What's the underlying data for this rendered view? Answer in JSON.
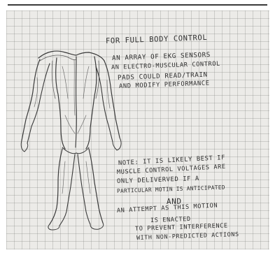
{
  "notes": {
    "heading": "FOR FULL BODY CONTROL",
    "paragraph_lines": [
      "AN ARRAY OF EKG SENSORS",
      "AN ELECTRO-MUSCULAR CONTROL",
      "PADS COULD READ/TRAIN",
      "AND MODIFY PERFORMANCE"
    ],
    "note_lines": [
      "NOTE: IT IS LIKELY BEST IF",
      "MUSCLE CONTROL VOLTAGES ARE",
      "ONLY DELIVERVED IF A",
      "PARTICULAR MOTIN IS ANTICIPATED",
      "AND",
      "AN ATTEMPT AS THIS MOTION",
      "IS ENACTED",
      "TO PREVENT INTERFERENCE",
      "WITH NON-PREDICTED ACTIONS"
    ]
  },
  "ink_color": "#2f2f2f",
  "paper_color": "#ecebe8"
}
